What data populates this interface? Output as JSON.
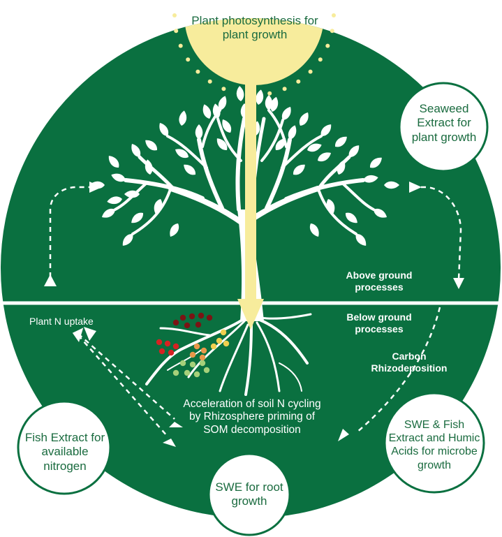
{
  "sun": {
    "label": "Plant photosynthesis for plant growth"
  },
  "bubbles": {
    "seaweed": "Seaweed Extract for plant growth",
    "fish": "Fish Extract for available nitrogen",
    "swe_root": "SWE for root growth",
    "swe_fish_humic": "SWE & Fish Extract and Humic Acids for microbe growth"
  },
  "labels": {
    "above_ground": "Above ground processes",
    "below_ground": "Below ground processes",
    "carbon": "Carbon Rhizodeposition",
    "plant_n_uptake": "Plant N uptake",
    "acceleration": "Acceleration of soil N cycling by Rhizosphere priming of SOM decomposition"
  },
  "colors": {
    "background_circle": "#0a7040",
    "sun": "#f7ec9c",
    "text_green": "#1a6b3f",
    "white": "#ffffff",
    "dot_dark_red": "#7a1414",
    "dot_red": "#d62222",
    "dot_orange": "#e9984a",
    "dot_yellow": "#f0cf50",
    "dot_light_green": "#a6d07a"
  }
}
